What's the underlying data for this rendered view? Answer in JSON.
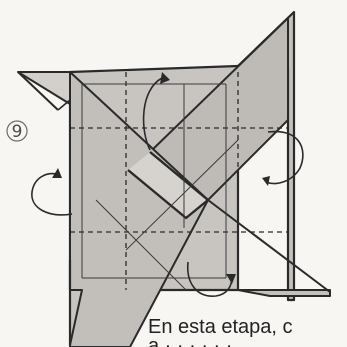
{
  "diagram": {
    "step_number": "9",
    "caption_line1": "En esta etapa, c",
    "caption_line2": "a  ·  ·  ·  ·  ·  ·"
  },
  "colors": {
    "paper_fill": "#c4c1bd",
    "paper_fill_light": "#d2cfcb",
    "line": "#2a2a2a",
    "background": "#f7f6f3"
  },
  "icons": {
    "rotate_left": "rotate-arrow-icon",
    "rotate_right": "rotate-arrow-icon",
    "rotate_top": "rotate-arrow-icon",
    "rotate_bottom": "rotate-arrow-icon"
  }
}
